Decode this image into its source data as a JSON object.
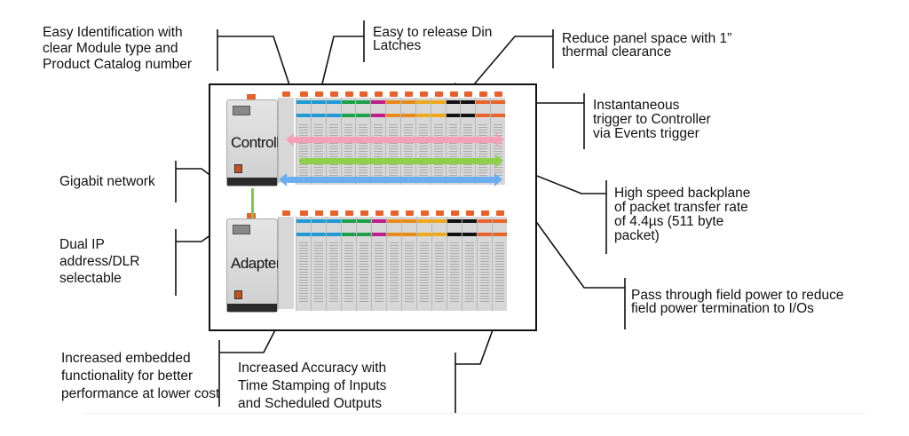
{
  "callouts": {
    "easy_identification": [
      "Easy Identification with",
      "clear Module type and",
      "Product Catalog number"
    ],
    "din_latches": [
      "Easy to release Din",
      "Latches"
    ],
    "panel_space": [
      "Reduce panel space with 1”",
      "thermal clearance"
    ],
    "events_trigger": [
      "Instantaneous",
      "trigger to Controller",
      "via Events trigger"
    ],
    "gigabit": [
      "Gigabit network"
    ],
    "dual_ip": [
      "Dual IP",
      "address/DLR",
      "selectable"
    ],
    "backplane": [
      "High speed backplane",
      "of packet transfer rate",
      "of 4.4µs (511 byte",
      "packet)"
    ],
    "field_power": [
      "Pass through field power to reduce",
      "field power termination to I/Os"
    ],
    "embedded": [
      "Increased embedded",
      "functionality for better",
      "performance at lower cost"
    ],
    "accuracy": [
      "Increased Accuracy with",
      "Time Stamping of Inputs",
      "and Scheduled Outputs"
    ]
  },
  "device": {
    "controller_label": "Controller",
    "adapter_label": "Adapter",
    "module_colors": [
      "#1e9ad6",
      "#1e9ad6",
      "#1e9ad6",
      "#1ea04a",
      "#1ea04a",
      "#c01c8c",
      "#e88a1a",
      "#e88a1a",
      "#f0a818",
      "#f0a818",
      "#111111",
      "#111111",
      "#e8642a",
      "#e8642a"
    ],
    "network_link_color": "#7cc843",
    "backplane_arrows": [
      {
        "name": "events-trigger-arrow",
        "color": "#f4a0b8",
        "style": "both"
      },
      {
        "name": "field-power-arrow",
        "color": "#8ed04a",
        "style": "right"
      },
      {
        "name": "backplane-arrow",
        "color": "#6aaef0",
        "style": "both"
      }
    ]
  }
}
